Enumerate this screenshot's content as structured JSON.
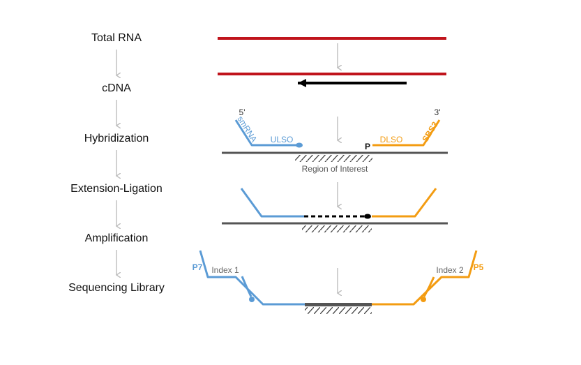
{
  "steps": [
    "Total RNA",
    "cDNA",
    "Hybridization",
    "Extension-Ligation",
    "Amplification",
    "Sequencing Library"
  ],
  "hybridization": {
    "five_prime": "5'",
    "three_prime": "3'",
    "smrna": "smRNA",
    "ulso": "ULSO",
    "dlso": "DLSO",
    "sbs3": "SBS3",
    "phosphate": "P",
    "region": "Region of Interest"
  },
  "library": {
    "p7": "P7",
    "p5": "P5",
    "index1": "Index 1",
    "index2": "Index 2"
  },
  "colors": {
    "rna": "#c0141c",
    "cdna": "#000000",
    "upstream": "#5b9bd5",
    "downstream": "#f39c12",
    "template": "#555555",
    "arrow": "#bdbdbd",
    "label": "#111111"
  }
}
